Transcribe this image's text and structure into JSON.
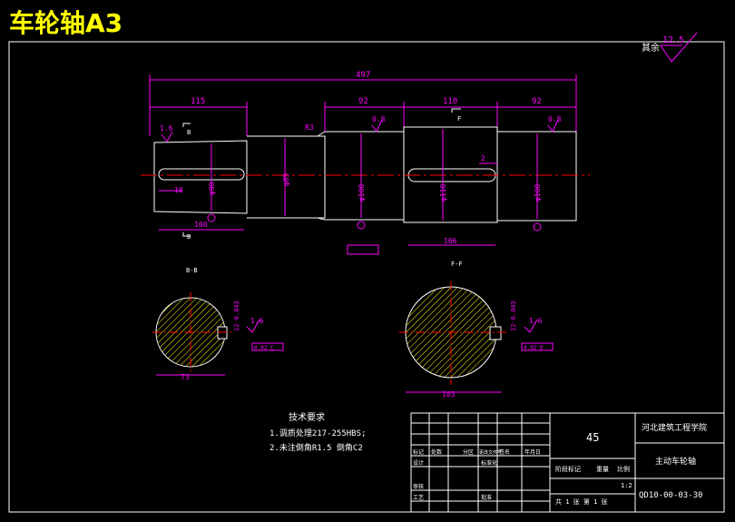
{
  "title": "车轮轴A3",
  "colors": {
    "background": "#000000",
    "outline": "#ffffff",
    "dimension": "#ff00ff",
    "center_line": "#ff0000",
    "hatch": "#ffff00",
    "title": "#ffff00"
  },
  "surface_finish": {
    "label": "其余",
    "value": "12.5"
  },
  "dimensions": {
    "overall": "497",
    "seg1": "115",
    "seg2": "92",
    "seg3": "110",
    "seg4": "92",
    "key1_len": "100",
    "key1_off": "10",
    "key2_len": "106",
    "key2_off": "2",
    "dia_left": "φ90",
    "dia_mid": "φ85",
    "dia_b1": "φ100",
    "dia_b2": "φ110",
    "dia_b3": "φ100",
    "chamfer": "R3"
  },
  "roughness": {
    "r1": "1.6",
    "r2": "0.8",
    "r3": "0.8",
    "r4": "1.6",
    "r5": "1.6"
  },
  "section_labels": {
    "b": "B",
    "f": "F",
    "section1": "B-B",
    "section2": "F-F"
  },
  "sections": {
    "s1_width": "73",
    "s1_key": "12-0.043",
    "s1_tol": "0.02 C",
    "s2_width": "103",
    "s2_key": "12-0.043",
    "s2_tol": "0.02 D"
  },
  "tech_req": {
    "heading": "技术要求",
    "line1": "1.调质处理217-255HBS;",
    "line2": "2.未注倒角R1.5 倒角C2"
  },
  "title_block": {
    "material": "45",
    "school": "河北建筑工程学院",
    "part_name": "主动车轮轴",
    "drawing_no": "QD10-00-03-30",
    "scale": "1:2",
    "row_labels": [
      "标记",
      "处数",
      "分区",
      "更改文件号",
      "签名",
      "年月日"
    ],
    "design": "设计",
    "check": "审核",
    "process": "工艺",
    "standard": "标准化",
    "approve": "批准",
    "stage_mark": "阶段标记",
    "weight": "重量",
    "ratio": "比例",
    "sheets": "共 1 张  第 1 张"
  }
}
